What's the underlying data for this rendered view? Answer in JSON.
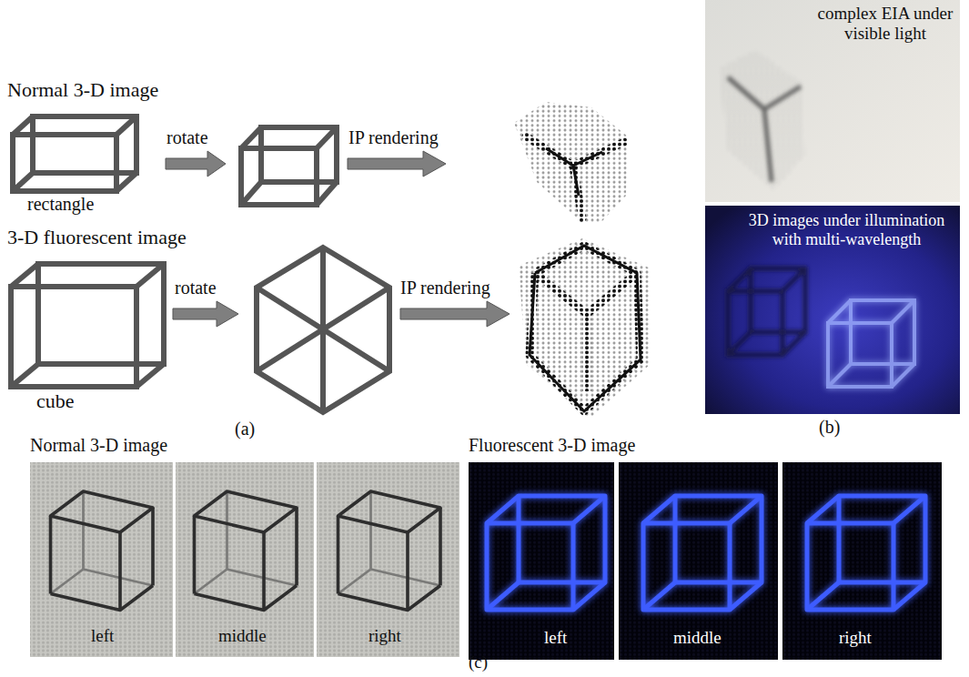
{
  "diagram": {
    "labels": [
      "Normal 3-D image",
      "rectangle",
      "rotate",
      "IP rendering",
      "3-D fluorescent image",
      "cube",
      "rotate",
      "IP rendering",
      "(a)",
      "complex EIA under visible light",
      "3D images under illumination with multi-wavelength",
      "(b)",
      "Normal 3-D image",
      "Fluorescent 3-D image",
      "left",
      "middle",
      "right",
      "left",
      "middle",
      "right",
      "(c)"
    ]
  }
}
